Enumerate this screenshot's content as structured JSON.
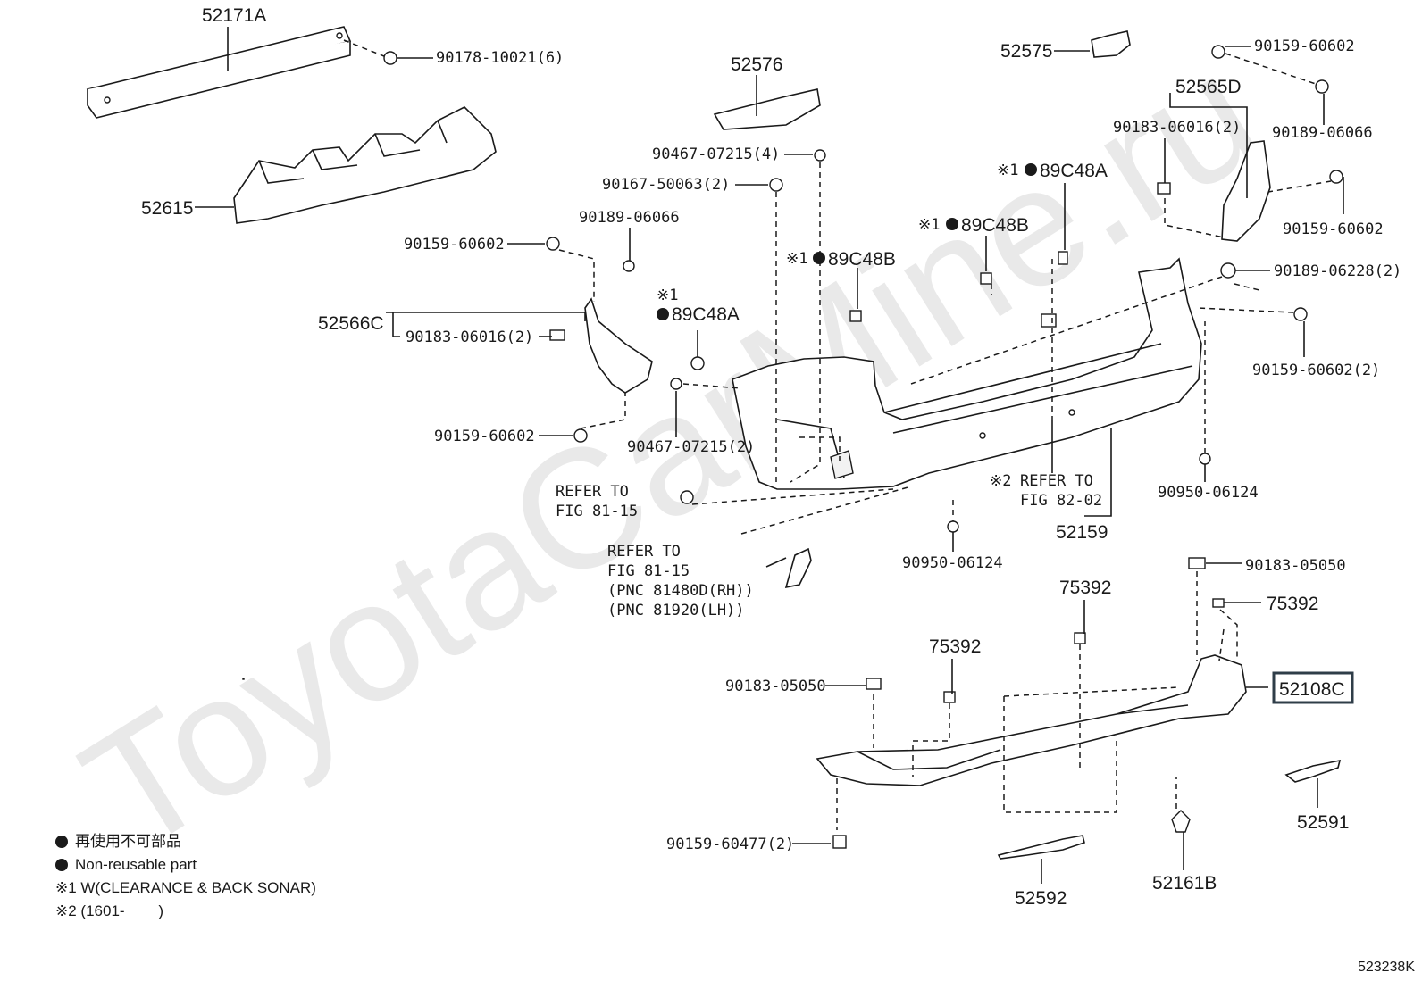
{
  "watermark": "ToyotaCarMine.ru",
  "figure_id": "523238K",
  "highlighted_part": "52108C",
  "part_labels": {
    "p52171A": "52171A",
    "p90178_10021": "90178-10021(6)",
    "p52615": "52615",
    "p52576": "52576",
    "p90467_07215_4": "90467-07215(4)",
    "p90167_50063": "90167-50063(2)",
    "p52575": "52575",
    "p90159_60602_tr": "90159-60602",
    "p52565D": "52565D",
    "p90183_06016_r": "90183-06016(2)",
    "p90189_06066_r": "90189-06066",
    "p90159_60602_r": "90159-60602",
    "p89C48A_top": "89C48A",
    "p89C48B_top": "89C48B",
    "p89C48B_mid": "89C48B",
    "p90189_06066_l": "90189-06066",
    "p90159_60602_l": "90159-60602",
    "p52566C": "52566C",
    "p90183_06016_l": "90183-06016(2)",
    "p89C48A_left": "89C48A",
    "p90189_06228": "90189-06228(2)",
    "p90159_60602_2r": "90159-60602(2)",
    "p90159_60602_bl": "90159-60602",
    "p90467_07215_2": "90467-07215(2)",
    "p90950_06124_r": "90950-06124",
    "p90950_06124_c": "90950-06124",
    "p52159": "52159",
    "p90183_05050_r": "90183-05050",
    "p75392_a": "75392",
    "p75392_b": "75392",
    "p75392_c": "75392",
    "p90183_05050_l": "90183-05050",
    "p52108C": "52108C",
    "p90159_60477": "90159-60477(2)",
    "p52592": "52592",
    "p52161B": "52161B",
    "p52591": "52591"
  },
  "marks": {
    "note1": "※1",
    "note2": "※2"
  },
  "references": {
    "ref1_line1": "REFER TO",
    "ref1_line2": "FIG 81-15",
    "ref2_line1": "REFER TO",
    "ref2_line2": "FIG 81-15",
    "ref2_line3": "(PNC 81480D(RH))",
    "ref2_line4": "(PNC 81920(LH))",
    "ref3_line1": "REFER TO",
    "ref3_line2": "FIG 82-02"
  },
  "legend": {
    "non_reusable_jp": "再使用不可部品",
    "non_reusable_en": "Non-reusable part",
    "note1": "※1 W(CLEARANCE & BACK SONAR)",
    "note2": "※2 (1601-        )"
  }
}
